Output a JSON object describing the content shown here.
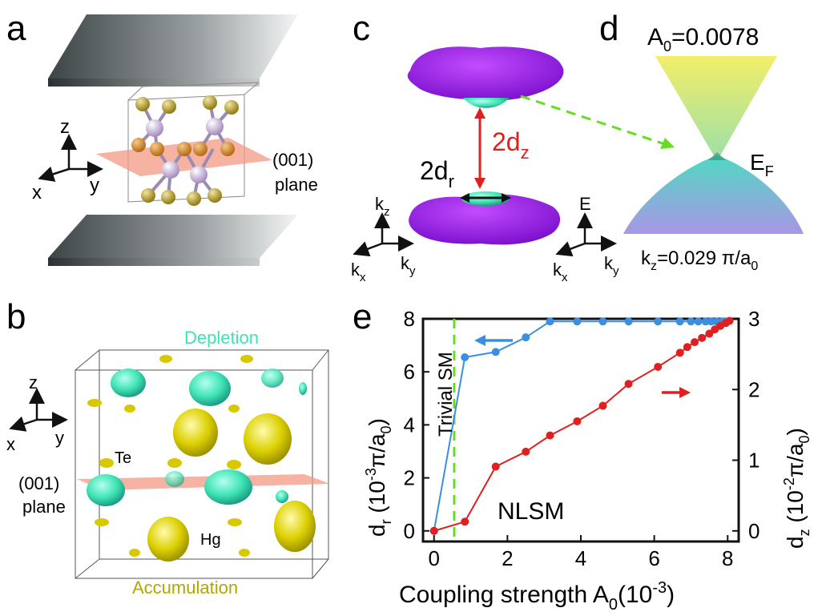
{
  "panel_letters": {
    "a": "a",
    "b": "b",
    "c": "c",
    "d": "d",
    "e": "e"
  },
  "panel_a": {
    "axis_z": "z",
    "axis_x": "x",
    "axis_y": "y",
    "plane_label_line1": "(001)",
    "plane_label_line2": "plane"
  },
  "panel_b": {
    "depletion": "Depletion",
    "accumulation": "Accumulation",
    "te": "Te",
    "hg": "Hg",
    "axis_z": "z",
    "axis_x": "x",
    "axis_y": "y",
    "plane_label_line1": "(001)",
    "plane_label_line2": "plane",
    "colors": {
      "depletion": "#3fe3b4",
      "accumulation": "#d8c800"
    }
  },
  "panel_c": {
    "dz": "2d",
    "dz_sub": "z",
    "dr": "2d",
    "dr_sub": "r",
    "k_label": "k",
    "kz_sub": "z",
    "kx_sub": "x",
    "ky_sub": "y",
    "colors": {
      "surface": "#a020f0",
      "pocket": "#3fe3b4",
      "arrow": "#e02020",
      "dash": "#66dd22"
    }
  },
  "panel_d": {
    "A0_text": "A",
    "A0_sub": "0",
    "A0_value": "=0.0078",
    "EF_text": "E",
    "EF_sub": "F",
    "E_axis": "E",
    "k_label": "k",
    "kx_sub": "x",
    "ky_sub": "y",
    "kz_text": "k",
    "kz_sub": "z",
    "kz_value": "=0.029 π/a",
    "kz_value_sub": "0"
  },
  "chart_data": {
    "type": "line",
    "xlabel": "Coupling strength A₀(10⁻³)",
    "ylabel_left": "dᵣ (10⁻³π/a₀)",
    "ylabel_right": "d_z (10⁻²π/a₀)",
    "xlim": [
      -0.3,
      8.3
    ],
    "ylim_left": [
      -0.4,
      8
    ],
    "ylim_right": [
      -0.15,
      3
    ],
    "x_ticks": [
      0,
      2,
      4,
      6,
      8
    ],
    "y_left_ticks": [
      0,
      2,
      4,
      6,
      8
    ],
    "y_right_ticks": [
      0,
      1,
      2,
      3
    ],
    "vline_x": 0.55,
    "annotations": {
      "trivial": "Trivial SM",
      "nlsm": "NLSM"
    },
    "series": [
      {
        "axis": "left",
        "color": "#3b8fe0",
        "x": [
          0,
          0.84,
          1.68,
          2.5,
          3.16,
          3.9,
          4.6,
          5.3,
          6.1,
          6.7,
          7.0,
          7.2,
          7.4,
          7.55,
          7.7,
          7.85,
          7.95
        ],
        "values": [
          0,
          6.55,
          6.75,
          7.3,
          7.9,
          7.9,
          7.9,
          7.9,
          7.9,
          7.9,
          7.9,
          7.9,
          7.9,
          7.9,
          7.9,
          7.9,
          7.9
        ]
      },
      {
        "axis": "right",
        "color": "#e02020",
        "x": [
          0,
          0.84,
          1.68,
          2.5,
          3.16,
          3.9,
          4.6,
          5.3,
          6.1,
          6.7,
          6.9,
          7.1,
          7.3,
          7.5,
          7.65,
          7.8,
          7.95,
          8.05
        ],
        "values": [
          0,
          0.13,
          0.91,
          1.12,
          1.35,
          1.55,
          1.77,
          2.08,
          2.32,
          2.52,
          2.6,
          2.67,
          2.73,
          2.79,
          2.85,
          2.9,
          2.94,
          2.97
        ]
      }
    ]
  }
}
